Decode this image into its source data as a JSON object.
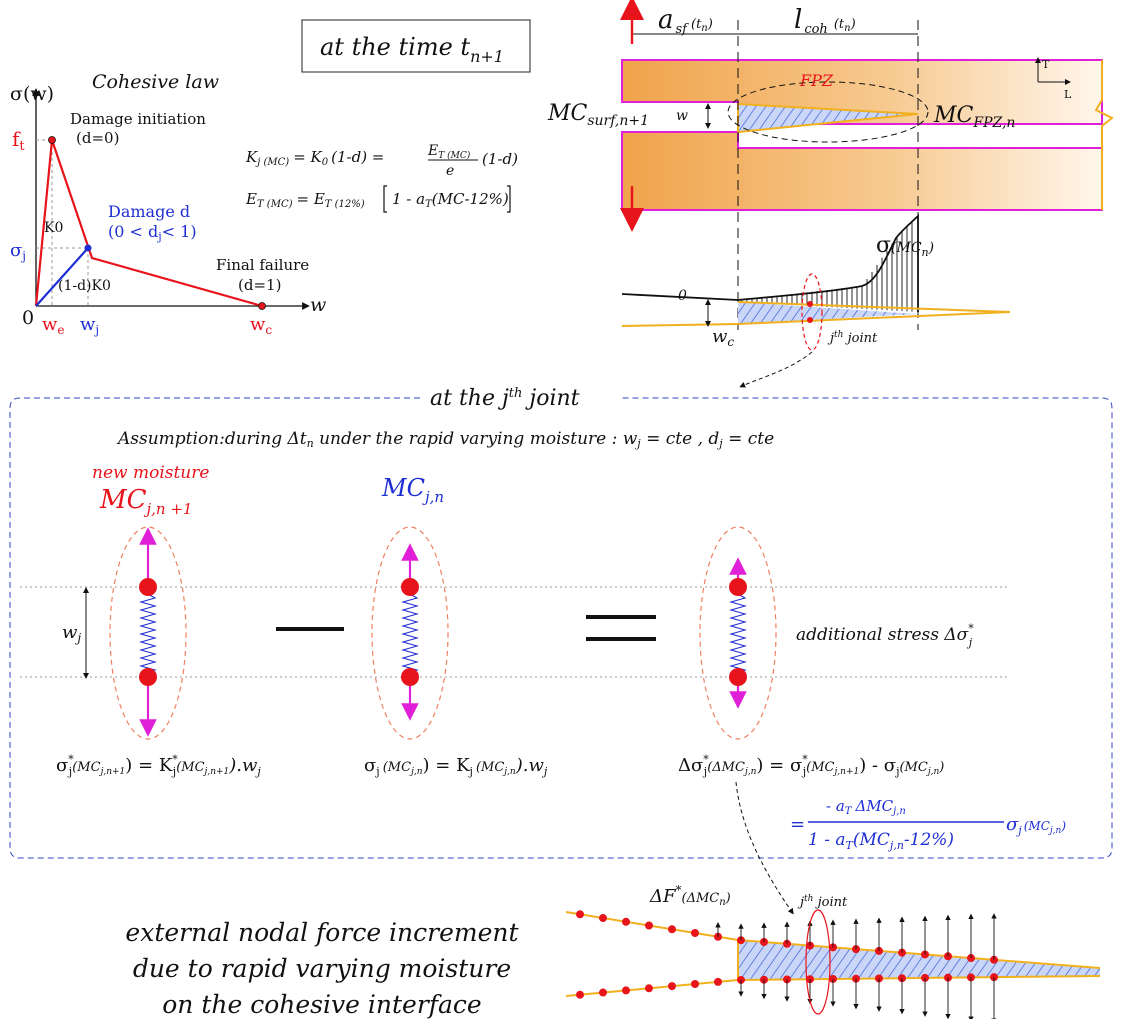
{
  "colors": {
    "red": "#e8141b",
    "blue": "#1f2fd4",
    "magenta": "#e020d8",
    "orange": "#f0a34a",
    "gold": "#f2b01e",
    "black": "#111111",
    "hatch_blue": "#5a78e6"
  },
  "cohesive_law": {
    "title": "Cohesive law",
    "y_axis": "σ(w)",
    "x_axis": "w",
    "origin": "0",
    "ft": "f",
    "ft_sub": "t",
    "sigma_j": "σ",
    "sigma_j_sub": "j",
    "damage_init": "Damage initiation",
    "damage_init_d": "(d=0)",
    "damage_d": "Damage d",
    "damage_d_range": "(0 < d",
    "damage_d_range_sub": "j",
    "damage_d_range_end": "< 1)",
    "final_failure": "Final failure",
    "final_failure_d": "(d=1)",
    "k0": "K0",
    "k_damaged": "(1-d)K0",
    "we": "w",
    "we_sub": "e",
    "wj": "w",
    "wj_sub": "j",
    "wc": "w",
    "wc_sub": "c"
  },
  "equations_top": {
    "eq1": "K_j (MC) = K_0 (1-d) = E_T (MC) / e (1-d)",
    "eq2": "E_T (MC) = E_T (12%) [ 1 - a_T (MC-12%) ]",
    "eq1_lhs": "K",
    "eq1_lhs_sub": "j (MC)",
    "eq1_mid": "= K",
    "eq1_mid_sub": "0",
    "eq1_mid2": "(1-d) =",
    "eq1_num": "E",
    "eq1_num_sub": "T (MC)",
    "eq1_den": "e",
    "eq1_tail": "(1-d)",
    "eq2_lhs": "E",
    "eq2_lhs_sub": "T (MC)",
    "eq2_mid": "= E",
    "eq2_mid_sub": "T (12%)",
    "eq2_br": "1 - a",
    "eq2_br_sub": "T",
    "eq2_br_tail": "(MC-12%)"
  },
  "time_box": {
    "text": "at the time t",
    "sub": "n+1"
  },
  "specimen": {
    "a_sf": "a",
    "a_sf_sub": "sf",
    "a_sf_arg": "(t",
    "a_sf_arg_sub": "n",
    "a_sf_arg_end": ")",
    "l_coh": "l",
    "l_coh_sub": "coh",
    "l_coh_arg": "(t",
    "l_coh_arg_sub": "n",
    "l_coh_arg_end": ")",
    "fpz": "FPZ",
    "mc_surf": "MC",
    "mc_surf_sub": "surf,n+1",
    "mc_fpz": "MC",
    "mc_fpz_sub": "FPZ,n",
    "w": "w",
    "axis_t": "T",
    "axis_l": "L"
  },
  "stress_profile": {
    "sigma": "σ",
    "sigma_arg": "(MC",
    "sigma_arg_sub": "n",
    "sigma_arg_end": ")",
    "zero": "0",
    "wc": "w",
    "wc_sub": "c",
    "joint": "j",
    "joint_sup": "th",
    "joint_tail": " joint"
  },
  "joint_panel": {
    "heading": "at the  j",
    "heading_sup": "th",
    "heading_tail": " joint",
    "assumption": "Assumption:during Δt",
    "assumption_sub": "n",
    "assumption_tail": " under the rapid varying moisture : w",
    "assumption_wj_sub": "j",
    "assumption_eq1": " = cte , d",
    "assumption_dj_sub": "j",
    "assumption_eq2": " = cte",
    "new_moisture": "new moisture",
    "mc_new": "MC",
    "mc_new_sub": "j,n +1",
    "mc_old": "MC",
    "mc_old_sub": "j,n",
    "wj": "w",
    "wj_sub": "j",
    "additional_stress": "additional stress Δσ",
    "additional_stress_sup": "*",
    "additional_stress_sub": "j",
    "eq_a": "σ",
    "eq_a_sup": "*",
    "eq_a_sub": "j",
    "eq_a_arg": "(MC",
    "eq_a_arg_sub": "j,n+1",
    "eq_a_mid": ") = K",
    "eq_a_mid_sup": "*",
    "eq_a_mid_sub": "j",
    "eq_a_tail": "(MC",
    "eq_a_tail_sub": "j,n+1",
    "eq_a_end": ").w",
    "eq_a_end_sub": "j",
    "eq_b": "σ",
    "eq_b_sub": "j",
    "eq_b_arg": "(MC",
    "eq_b_arg_sub": "j,n",
    "eq_b_mid": ") = K",
    "eq_b_mid_sub": "j",
    "eq_b_tail": "(MC",
    "eq_b_tail_sub": "j,n",
    "eq_b_end": ").w",
    "eq_b_end_sub": "j",
    "eq_c": "Δσ",
    "eq_c_sup": "*",
    "eq_c_sub": "j",
    "eq_c_arg": "(ΔMC",
    "eq_c_arg_sub": "j,n",
    "eq_c_mid": ") = σ",
    "eq_c_mid_sup": "*",
    "eq_c_mid_sub": "j",
    "eq_c_mid_arg": "(MC",
    "eq_c_mid_arg_sub": "j,n+1",
    "eq_c_minus": ") - σ",
    "eq_c_minus_sub": "j",
    "eq_c_tail": "(MC",
    "eq_c_tail_sub": "j,n",
    "eq_c_end": ")",
    "eq_d_eq": "=",
    "eq_d_num": "- a",
    "eq_d_num_sub": "T",
    "eq_d_num_tail": "ΔMC",
    "eq_d_num_tail_sub": "j,n",
    "eq_d_den": "1 - a",
    "eq_d_den_sub": "T",
    "eq_d_den_tail": "(MC",
    "eq_d_den_tail_sub": "j,n",
    "eq_d_den_end": "-12%)",
    "eq_d_sigma": "σ",
    "eq_d_sigma_sub": "j",
    "eq_d_sigma_arg": "(MC",
    "eq_d_sigma_arg_sub": "j,n",
    "eq_d_sigma_end": ")"
  },
  "bottom": {
    "line1": "external nodal force increment",
    "line2": "due to rapid varying moisture",
    "line3": "on the cohesive interface",
    "delta_f": "ΔF",
    "delta_f_sup": "*",
    "delta_f_arg": "(ΔMC",
    "delta_f_arg_sub": "n",
    "delta_f_end": ")",
    "joint": "j",
    "joint_sup": "th",
    "joint_tail": " joint"
  }
}
